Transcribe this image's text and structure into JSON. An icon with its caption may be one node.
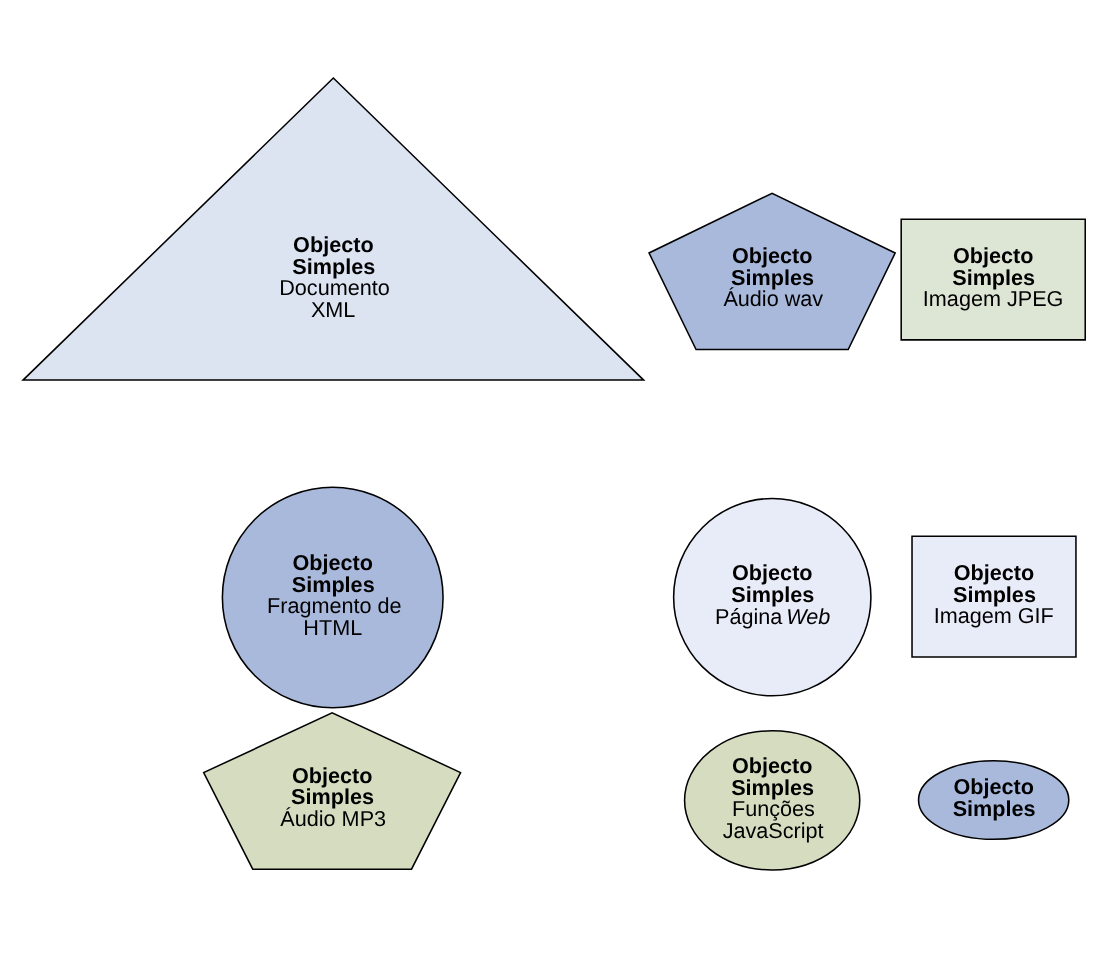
{
  "diagram": {
    "nodes": [
      {
        "text": [
          "Objecto Simples",
          "Funções JavaScript"
        ]
      },
      {
        "text": [
          "Objecto Simples",
          "Áudio wav"
        ]
      },
      {
        "text": [
          "Objecto Simples",
          "Áudio MP3"
        ]
      },
      {
        "text": [
          "Objecto Simples",
          "Imagem JPEG"
        ]
      },
      {
        "text": [
          "Objecto Simples",
          "Fragmento de HTML"
        ]
      },
      {
        "text": [
          "Objecto Simples",
          "Documento XML"
        ]
      },
      {
        "text": [
          "Objecto Simples",
          "Página *Web*"
        ]
      },
      {
        "text": [
          "Objecto Simples"
        ]
      },
      {
        "text": [
          "Objecto Simples",
          "Imagem GIF"
        ]
      }
    ],
    "edges": []
  }
}
